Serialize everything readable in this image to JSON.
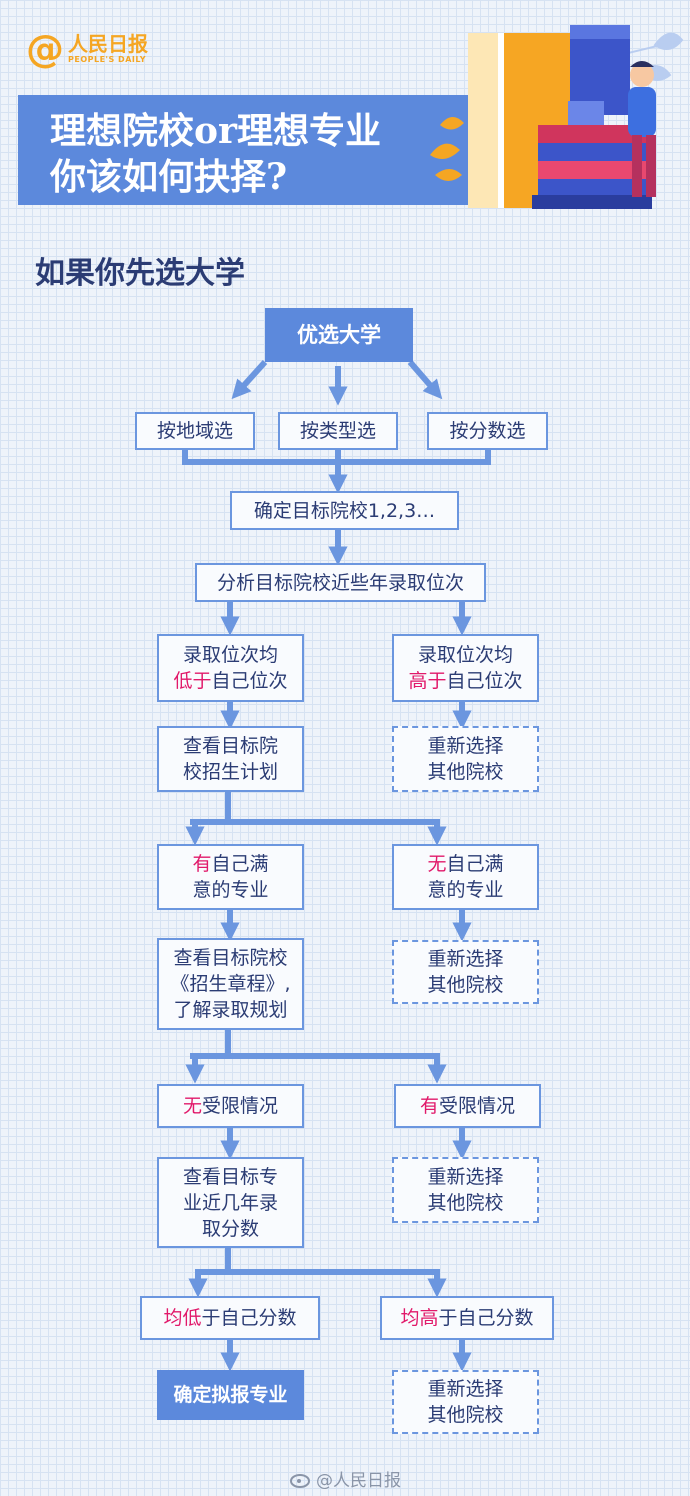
{
  "logo": {
    "symbol": "@",
    "name": "人民日报",
    "english": "PEOPLE'S DAILY"
  },
  "banner": {
    "line1": "理想院校or理想专业",
    "line2": "你该如何抉择?"
  },
  "section_title": "如果你先选大学",
  "colors": {
    "box_border": "#6b96df",
    "box_fill": "#5c89dc",
    "text": "#2b3c74",
    "highlight": "#e1196a",
    "logo": "#f5a623"
  },
  "flow": {
    "start": "优选大学",
    "by_region": "按地域选",
    "by_type": "按类型选",
    "by_score": "按分数选",
    "targets": "确定目标院校1,2,3…",
    "analyze": "分析目标院校近些年录取位次",
    "rank_lower": {
      "l1": "录取位次均",
      "hl": "低于",
      "rest": "自己位次"
    },
    "rank_higher": {
      "l1": "录取位次均",
      "hl": "高于",
      "rest": "自己位次"
    },
    "check_plan": {
      "l1": "查看目标院",
      "l2": "校招生计划"
    },
    "reselect_1": {
      "l1": "重新选择",
      "l2": "其他院校"
    },
    "has_major": {
      "hl": "有",
      "rest": "自己满",
      "l2": "意的专业"
    },
    "no_major": {
      "hl": "无",
      "rest": "自己满",
      "l2": "意的专业"
    },
    "check_rules": {
      "l1": "查看目标院校",
      "l2": "《招生章程》,",
      "l3": "了解录取规划"
    },
    "reselect_2": {
      "l1": "重新选择",
      "l2": "其他院校"
    },
    "no_limit": {
      "hl": "无",
      "rest": "受限情况"
    },
    "has_limit": {
      "hl": "有",
      "rest": "受限情况"
    },
    "check_scores": {
      "l1": "查看目标专",
      "l2": "业近几年录",
      "l3": "取分数"
    },
    "reselect_3": {
      "l1": "重新选择",
      "l2": "其他院校"
    },
    "all_lower": {
      "hl1": "均",
      "hl2": "低",
      "rest": "于自己分数"
    },
    "all_higher": {
      "hl1": "均",
      "hl2": "高",
      "rest": "于自己分数"
    },
    "confirm_major": "确定拟报专业",
    "reselect_4": {
      "l1": "重新选择",
      "l2": "其他院校"
    }
  },
  "footer": {
    "text": "@人民日报"
  }
}
